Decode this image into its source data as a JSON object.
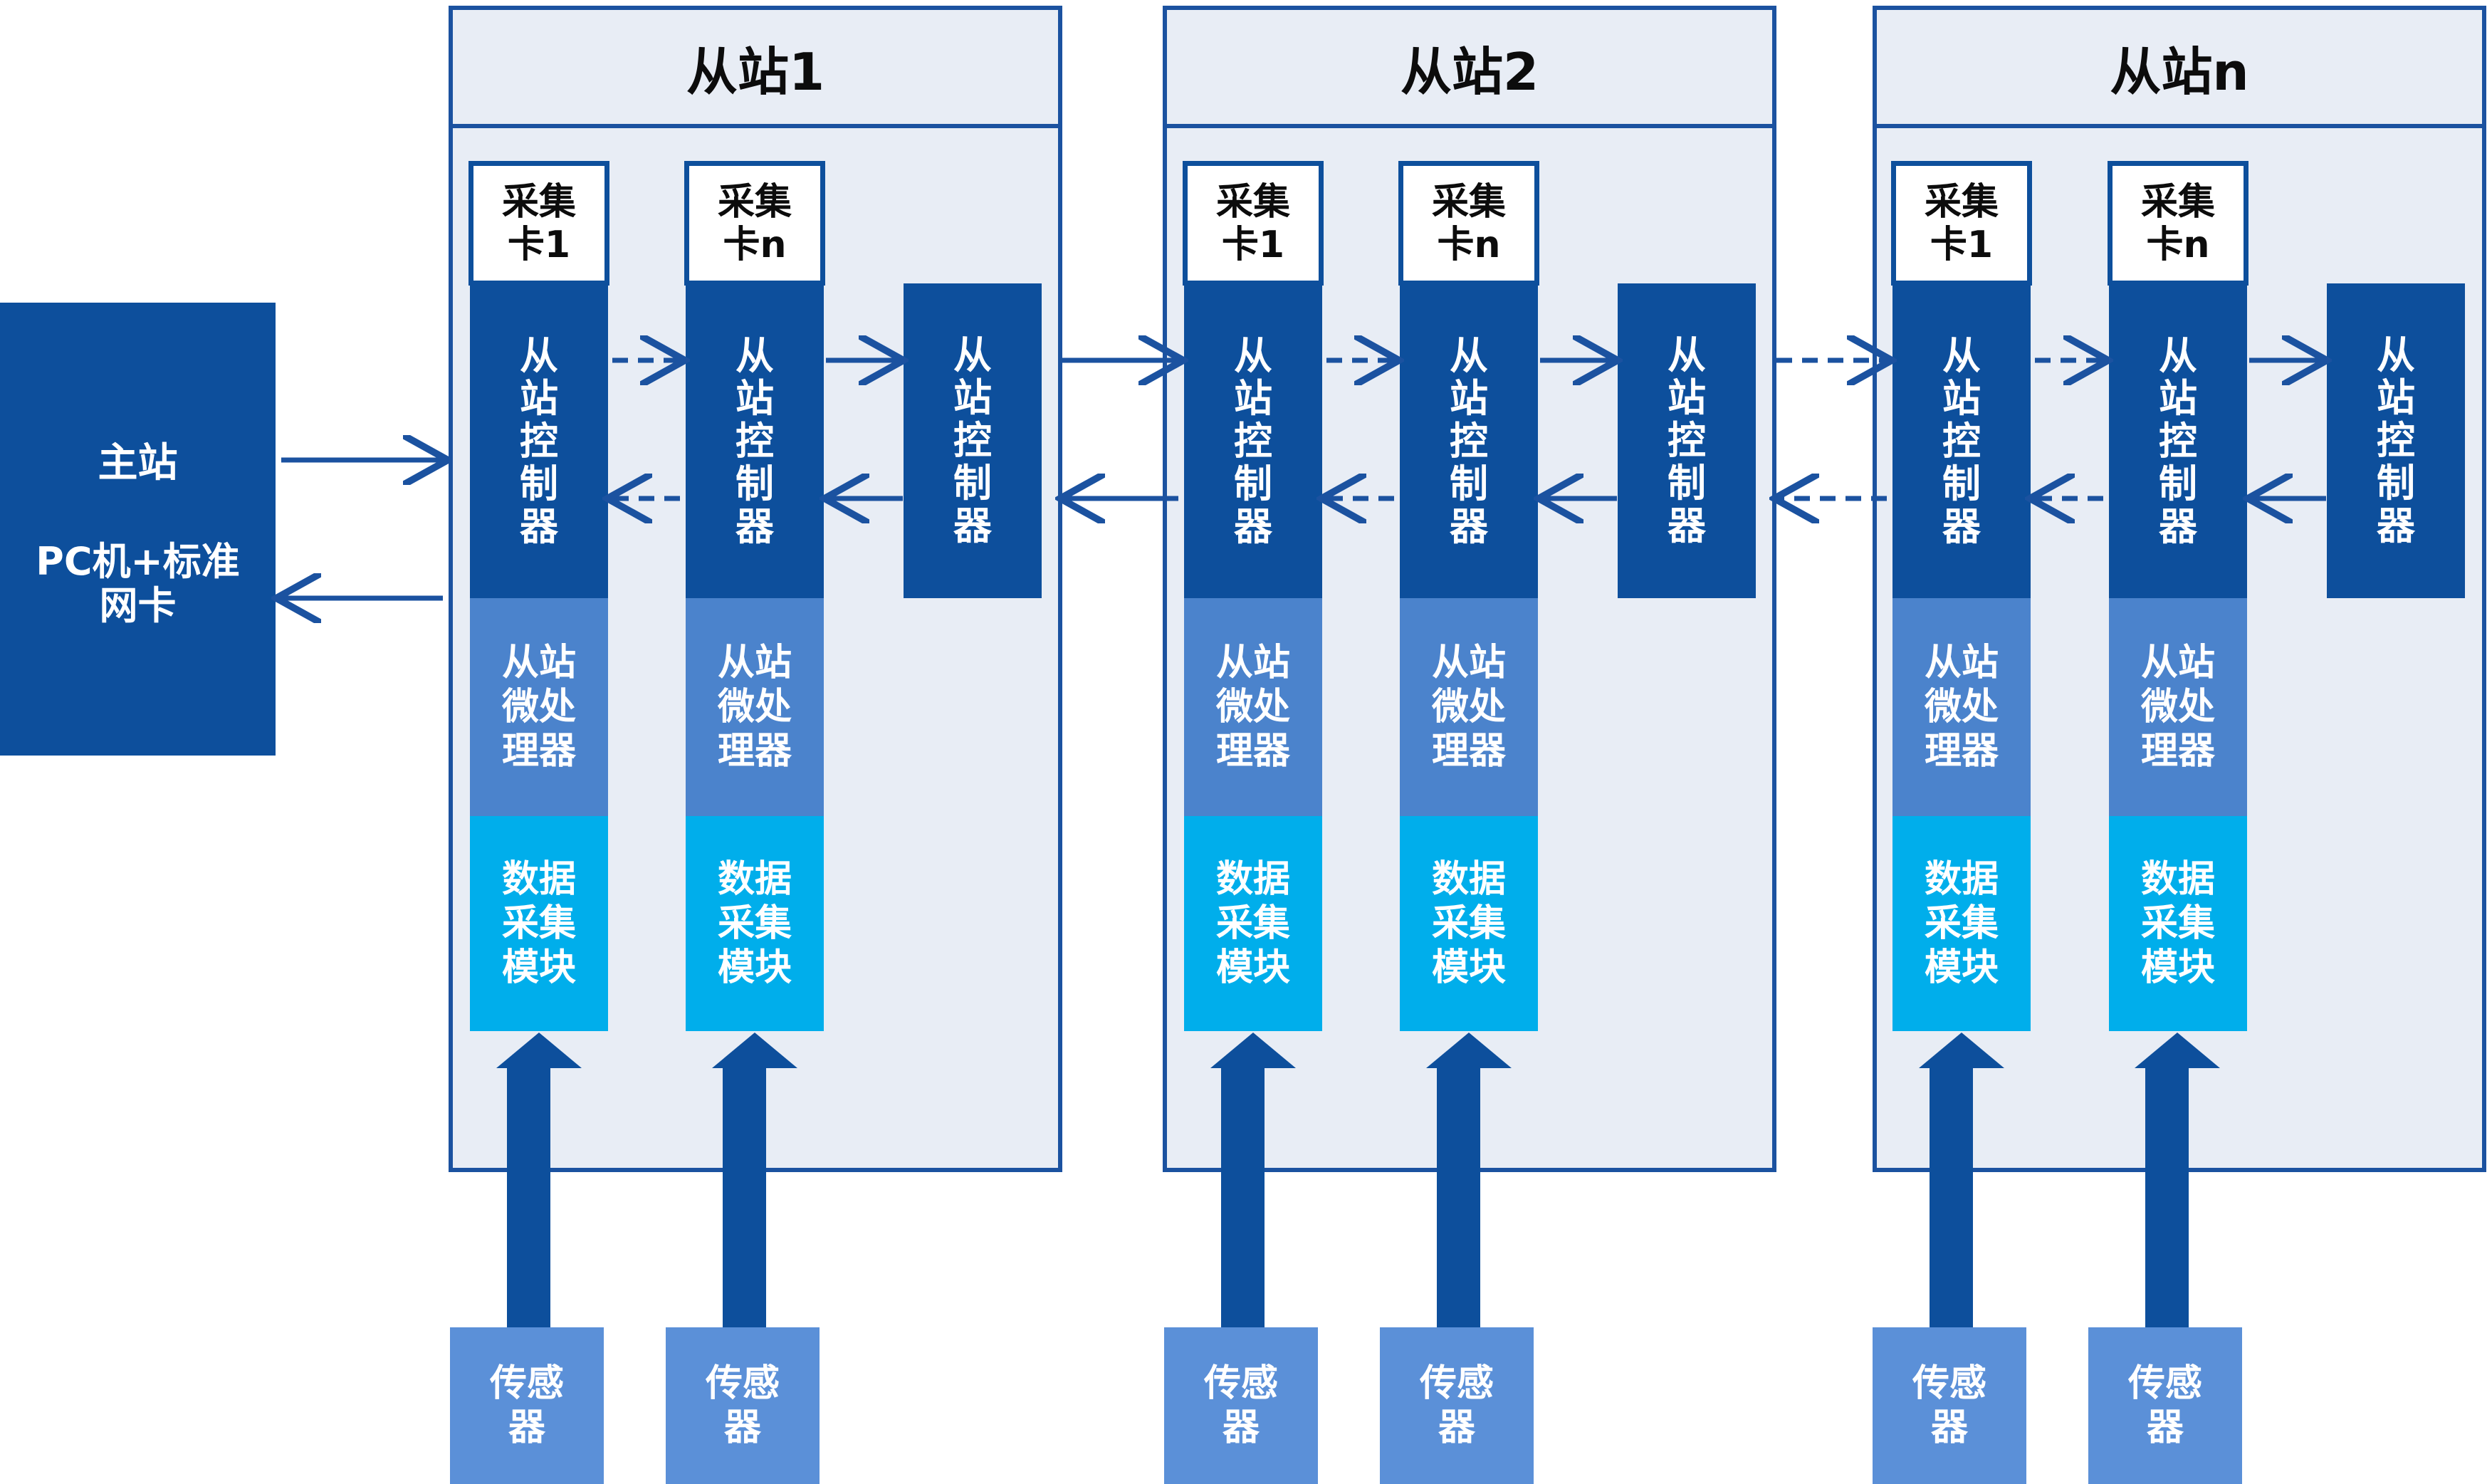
{
  "master": {
    "title": "主站",
    "subtitle": "PC机+标准\n网卡"
  },
  "stations": [
    {
      "title": "从站1"
    },
    {
      "title": "从站2"
    },
    {
      "title": "从站n"
    }
  ],
  "cards": {
    "card1_label": "采集\n卡1",
    "cardn_label": "采集\n卡n"
  },
  "modules": {
    "controller": "从\n站\n控\n制\n器",
    "microprocessor": "从站\n微处\n理器",
    "daq": "数据\n采集\n模块",
    "sensor": "传感\n器"
  },
  "colors": {
    "dark_blue": "#0d4f9c",
    "mid_blue": "#4b83cc",
    "cyan": "#00aeeb",
    "sensor_blue": "#5b90d8",
    "frame_bg": "#e8edf5"
  }
}
